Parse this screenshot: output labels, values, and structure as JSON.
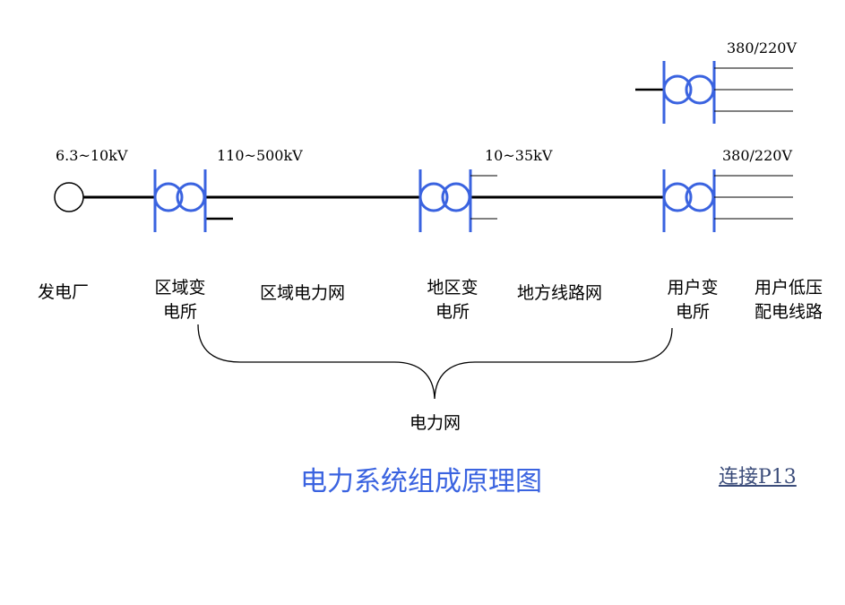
{
  "voltages": {
    "plant": "6.3~10kV",
    "regional": "110~500kV",
    "local": "10~35kV",
    "user_lower": "380/220V",
    "user_upper": "380/220V"
  },
  "labels": {
    "power_plant": "发电厂",
    "regional_substation_line1": "区域变",
    "regional_substation_line2": "电所",
    "regional_grid": "区域电力网",
    "district_substation_line1": "地区变",
    "district_substation_line2": "电所",
    "local_grid": "地方线路网",
    "user_substation_line1": "用户变",
    "user_substation_line2": "电所",
    "user_lv_line1": "用户低压",
    "user_lv_line2": "配电线路",
    "power_network": "电力网"
  },
  "title": "电力系统组成原理图",
  "link": "连接P13",
  "colors": {
    "transformer": "#3a63e0",
    "title": "#3a63e0",
    "link": "#3b4c7a"
  }
}
